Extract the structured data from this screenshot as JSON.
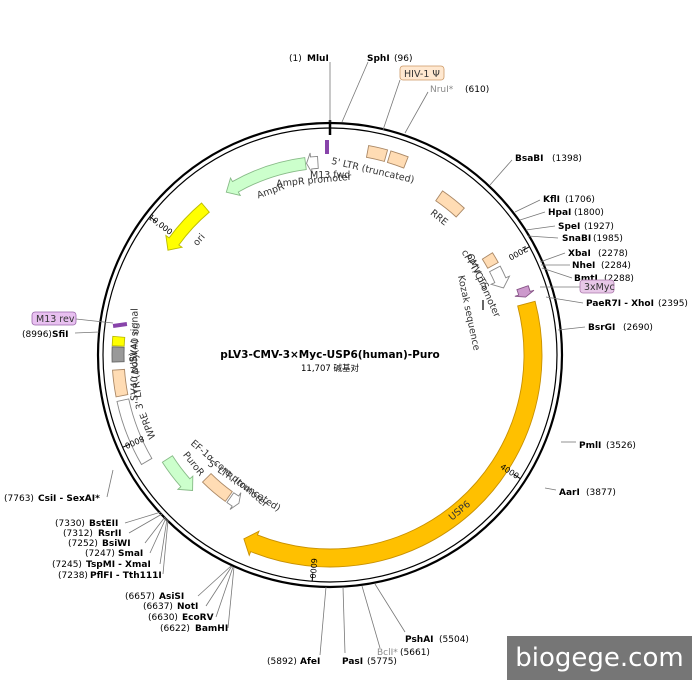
{
  "plasmid": {
    "name": "pLV3-CMV-3×Myc-USP6(human)-Puro",
    "size_label": "11,707 碱基对",
    "total_bp": 11707
  },
  "ticks": [
    {
      "bp": 2000,
      "label": "2000"
    },
    {
      "bp": 4000,
      "label": "4000"
    },
    {
      "bp": 6000,
      "label": "6000"
    },
    {
      "bp": 8000,
      "label": "8000"
    },
    {
      "bp": 10000,
      "label": "10,000"
    }
  ],
  "features": [
    {
      "id": "amp-promoter",
      "label": "AmpR promoter",
      "start": 11590,
      "end": 11480,
      "color": "#ffffff",
      "stroke": "#888888",
      "strand": "rev"
    },
    {
      "id": "ampr",
      "label": "AmpR",
      "start": 11470,
      "end": 10650,
      "color": "#ccffcc",
      "stroke": "#88bb88",
      "strand": "rev"
    },
    {
      "id": "ori",
      "label": "ori",
      "start": 10400,
      "end": 9850,
      "color": "#ffff00",
      "stroke": "#bbbb00",
      "strand": "rev"
    },
    {
      "id": "sv40-ori",
      "label": "SV40 ori",
      "start": 8940,
      "end": 8860,
      "color": "#ffff00",
      "stroke": "#bbbb00",
      "strand": "none"
    },
    {
      "id": "sv40-polya",
      "label": "SV40 poly(A) signal",
      "start": 8850,
      "end": 8720,
      "color": "#999999",
      "stroke": "#666666",
      "strand": "none"
    },
    {
      "id": "ltr3",
      "label": "3' LTR (ΔU3)",
      "start": 8650,
      "end": 8420,
      "color": "#ffdcb4",
      "stroke": "#aa8866",
      "strand": "none"
    },
    {
      "id": "wpre",
      "label": "WPRE",
      "start": 8380,
      "end": 7800,
      "color": "#ffffff",
      "stroke": "#888888",
      "strand": "none"
    },
    {
      "id": "puror",
      "label": "PuroR",
      "start": 7720,
      "end": 7330,
      "color": "#ccffcc",
      "stroke": "#88bb88",
      "strand": "rev"
    },
    {
      "id": "ef1a",
      "label": "EF-1α core promoter",
      "start": 7320,
      "end": 7010,
      "color": "#ffdcb4",
      "stroke": "#aa8866",
      "strand": "none"
    },
    {
      "id": "ltr5b",
      "label": "5' LTR (truncated)",
      "start": 6990,
      "end": 6880,
      "color": "#ffffff",
      "stroke": "#888888",
      "strand": "rev"
    },
    {
      "id": "usp6",
      "label": "USP6",
      "start": 2450,
      "end": 6670,
      "color": "#ffc000",
      "stroke": "#c89000",
      "strand": "fwd"
    },
    {
      "id": "ltr5",
      "label": "5' LTR (truncated)",
      "start": 340,
      "end": 510,
      "color": "#ffdcb4",
      "stroke": "#aa8866",
      "strand": "none"
    },
    {
      "id": "psi",
      "label": "",
      "start": 540,
      "end": 700,
      "color": "#ffdcb4",
      "stroke": "#aa8866",
      "strand": "none"
    },
    {
      "id": "rre",
      "label": "RRE",
      "start": 1120,
      "end": 1380,
      "color": "#ffdcb4",
      "stroke": "#aa8866",
      "strand": "none"
    },
    {
      "id": "cppt",
      "label": "cPPT/CTS",
      "start": 1880,
      "end": 1990,
      "color": "#ffdcb4",
      "stroke": "#aa8866",
      "strand": "none"
    },
    {
      "id": "cmv",
      "label": "CMV promoter",
      "start": 2030,
      "end": 2240,
      "color": "#ffffff",
      "stroke": "#888888",
      "strand": "fwd"
    },
    {
      "id": "myc",
      "label": "",
      "start": 2300,
      "end": 2390,
      "color": "#cc99cc",
      "stroke": "#885588",
      "strand": "fwd"
    }
  ],
  "inner_labels": [
    {
      "id": "m13-fwd",
      "text": "M13 fwd"
    },
    {
      "id": "kozak",
      "text": "Kozak sequence"
    }
  ],
  "sites": [
    {
      "name": "MluI",
      "pos": "(1)",
      "gray": false
    },
    {
      "name": "SphI",
      "pos": "(96)",
      "gray": false
    },
    {
      "name": "HIV-1 Ψ",
      "pos": "",
      "gray": false,
      "boxed": true
    },
    {
      "name": "NruI*",
      "pos": "(610)",
      "gray": true
    },
    {
      "name": "BsaBI",
      "pos": "(1398)",
      "gray": false
    },
    {
      "name": "KflI",
      "pos": "(1706)",
      "gray": false
    },
    {
      "name": "HpaI",
      "pos": "(1800)",
      "gray": false
    },
    {
      "name": "SpeI",
      "pos": "(1927)",
      "gray": false
    },
    {
      "name": "SnaBI",
      "pos": "(1985)",
      "gray": false
    },
    {
      "name": "XbaI",
      "pos": "(2278)",
      "gray": false
    },
    {
      "name": "NheI",
      "pos": "(2284)",
      "gray": false
    },
    {
      "name": "BmtI",
      "pos": "(2288)",
      "gray": false
    },
    {
      "name": "3xMyc",
      "pos": "",
      "gray": false,
      "boxed": true
    },
    {
      "name": "PaeR7I - XhoI",
      "pos": "(2395)",
      "gray": false
    },
    {
      "name": "BsrGI",
      "pos": "(2690)",
      "gray": false
    },
    {
      "name": "PmlI",
      "pos": "(3526)",
      "gray": false
    },
    {
      "name": "AarI",
      "pos": "(3877)",
      "gray": false
    },
    {
      "name": "PshAI",
      "pos": "(5504)",
      "gray": false
    },
    {
      "name": "BclI*",
      "pos": "(5661)",
      "gray": true
    },
    {
      "name": "PasI",
      "pos": "(5775)",
      "gray": false
    },
    {
      "name": "AfeI",
      "pos": "(5892)",
      "gray": false
    },
    {
      "name": "BamHI",
      "pos": "(6622)",
      "gray": false
    },
    {
      "name": "EcoRV",
      "pos": "(6630)",
      "gray": false
    },
    {
      "name": "NotI",
      "pos": "(6637)",
      "gray": false
    },
    {
      "name": "AsiSI",
      "pos": "(6657)",
      "gray": false
    },
    {
      "name": "PflFI - Tth111I",
      "pos": "(7238)",
      "gray": false
    },
    {
      "name": "TspMI - XmaI",
      "pos": "(7245)",
      "gray": false
    },
    {
      "name": "SmaI",
      "pos": "(7247)",
      "gray": false
    },
    {
      "name": "BsiWI",
      "pos": "(7252)",
      "gray": false
    },
    {
      "name": "RsrII",
      "pos": "(7312)",
      "gray": false
    },
    {
      "name": "BstEII",
      "pos": "(7330)",
      "gray": false
    },
    {
      "name": "CsiI - SexAI*",
      "pos": "(7763)",
      "gray": false
    },
    {
      "name": "SfiI",
      "pos": "(8996)",
      "gray": false
    },
    {
      "name": "M13 rev",
      "pos": "",
      "gray": false,
      "boxed": true
    }
  ],
  "watermark": "biogege.com",
  "colors": {
    "backbone": "#000000",
    "usp6": "#ffc000",
    "ampr": "#ccffcc",
    "ori": "#ffff00",
    "utr": "#ffdcb4",
    "myc_box": "#e8c8e8",
    "psi_box": "#ffe8d0",
    "m13_box": "#e8c0f0"
  }
}
